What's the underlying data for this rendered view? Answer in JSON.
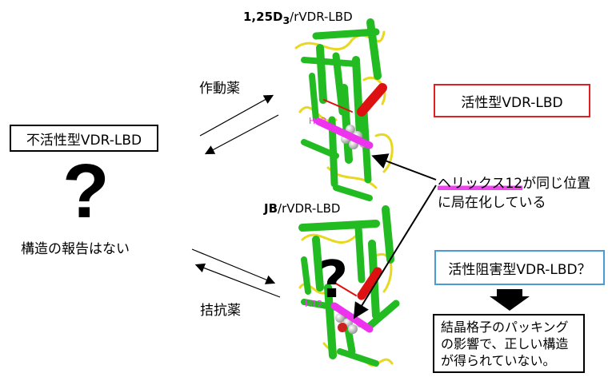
{
  "inactive": {
    "label": "不活性型VDR-LBD",
    "question": "?",
    "note": "構造の報告はない"
  },
  "agonist": {
    "label": "作動薬",
    "structure": {
      "name": "1,25D",
      "subscript": "3",
      "suffix": "/rVDR-LBD"
    },
    "result": "活性型VDR-LBD"
  },
  "antagonist": {
    "label": "拮抗薬",
    "structure": {
      "name": "JB",
      "suffix": "/rVDR-LBD"
    },
    "result": "活性阻害型VDR-LBD？",
    "question": "?"
  },
  "helix_label": "H12",
  "callout": {
    "line1_highlight": "ヘリックス12",
    "line1_rest": "が同じ位置",
    "line2": "に局在化している"
  },
  "note": {
    "line1": "結晶格子のパッキング",
    "line2": "の影響で、正しい構造",
    "line3": "が得られていない。"
  },
  "colors": {
    "helix": "#22bb22",
    "loop": "#e8d820",
    "h12": "#ee33ee",
    "ligand_red": "#dd1111",
    "active_border": "#e02020",
    "antagonist_border": "#4a9ad8"
  }
}
